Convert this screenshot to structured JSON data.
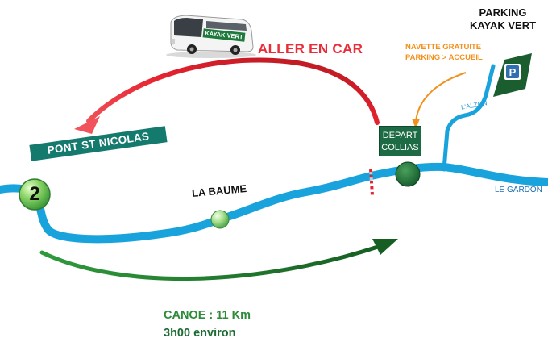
{
  "parking": {
    "title_line1": "PARKING",
    "title_line2": "KAYAK VERT",
    "sign_letter": "P"
  },
  "shuttle_note": {
    "line1": "NAVETTE GRATUITE",
    "line2": "PARKING > ACCUEIL"
  },
  "bus": {
    "route_label": "ALLER EN CAR",
    "livery_text": "KAYAK VERT"
  },
  "places": {
    "pont": "PONT ST NICOLAS",
    "depart_line1": "DEPART",
    "depart_line2": "COLLIAS",
    "baume": "LA BAUME",
    "marker_number": "2"
  },
  "rivers": {
    "alzon": "L'ALZON",
    "gardon": "LE GARDON"
  },
  "trip": {
    "canoe": "CANOE : 11 Km",
    "duration": "3h00 environ"
  },
  "colors": {
    "river": "#19a3dc",
    "bus_route": "#e5222f",
    "canoe_route": "#1f7a2e",
    "shuttle": "#f2921d",
    "parking_green": "#1c6b44",
    "pont_label": "#157a6e"
  }
}
